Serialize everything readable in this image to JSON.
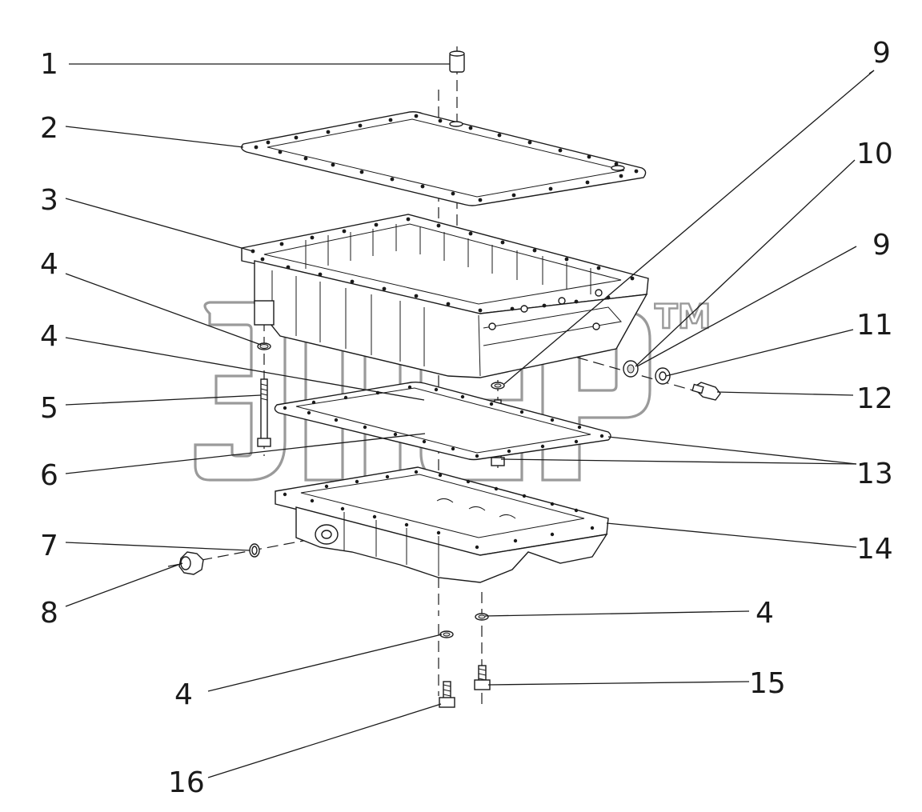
{
  "diagram": {
    "callouts": [
      {
        "id": "c1",
        "label": "1"
      },
      {
        "id": "c2",
        "label": "2"
      },
      {
        "id": "c3",
        "label": "3"
      },
      {
        "id": "c4a",
        "label": "4"
      },
      {
        "id": "c4b",
        "label": "4"
      },
      {
        "id": "c5",
        "label": "5"
      },
      {
        "id": "c6",
        "label": "6"
      },
      {
        "id": "c7",
        "label": "7"
      },
      {
        "id": "c8",
        "label": "8"
      },
      {
        "id": "c9a",
        "label": "9"
      },
      {
        "id": "c10",
        "label": "10"
      },
      {
        "id": "c9b",
        "label": "9"
      },
      {
        "id": "c11",
        "label": "11"
      },
      {
        "id": "c12",
        "label": "12"
      },
      {
        "id": "c13",
        "label": "13"
      },
      {
        "id": "c14",
        "label": "14"
      },
      {
        "id": "c4c",
        "label": "4"
      },
      {
        "id": "c15",
        "label": "15"
      },
      {
        "id": "c4d",
        "label": "4"
      },
      {
        "id": "c16",
        "label": "16"
      }
    ],
    "watermark": {
      "trademark": "TM"
    }
  }
}
